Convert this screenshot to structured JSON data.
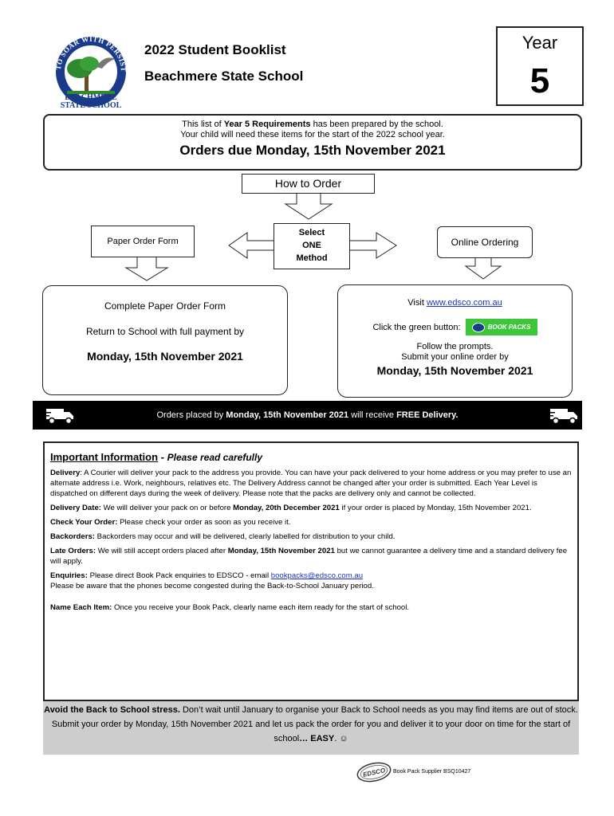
{
  "header": {
    "title": "2022 Student Booklist",
    "school": "Beachmere State School",
    "year_label": "Year",
    "year_number": "5",
    "logo": {
      "motto": "TO SOAR WITH PERSISTENCE",
      "name_line1": "BEACHMERE",
      "name_line2": "STATE SCHOOL"
    }
  },
  "intro": {
    "line1_pre": "This list of ",
    "line1_bold": "Year 5 Requirements",
    "line1_post": " has been prepared by the school.",
    "line2": "Your child will need these items for the start of the 2022 school year.",
    "deadline": "Orders due Monday, 15th  November 2021"
  },
  "how": {
    "title": "How to Order",
    "select_l1": "Select",
    "select_l2": "ONE",
    "select_l3": "Method",
    "paper_label": "Paper Order Form",
    "online_label": "Online Ordering"
  },
  "paper": {
    "step1": "Complete Paper Order Form",
    "step2": "Return to School with full payment by",
    "date": "Monday, 15th  November 2021"
  },
  "online": {
    "visit": "Visit  ",
    "url": "www.edsco.com.au",
    "click": "Click the green button:",
    "button_label": "BOOK PACKS",
    "follow": "Follow the prompts.",
    "submit": "Submit your online order by",
    "date": "Monday, 15th  November 2021"
  },
  "delivery": {
    "pre": "Orders placed by ",
    "bold1": "Monday, 15th  November 2021",
    "mid": " will receive ",
    "bold2": "FREE Delivery."
  },
  "info": {
    "heading": "Important Information",
    "dash": " - ",
    "subheading": "Please read carefully",
    "delivery_label": "Delivery",
    "delivery_text": ":  A Courier will deliver your pack to the address you provide.  You can have your pack delivered to your home address or you may prefer to use an alternate address i.e.  Work, neighbours, relatives etc. The Delivery Address cannot be changed after your order is submitted.  Each Year Level is dispatched on different days during the week of delivery.  Please note that the packs are delivery only and cannot be collected.",
    "date_label": "Delivery Date:",
    "date_pre": " We will deliver your pack on or before ",
    "date_bold": "Monday, 20th  December 2021",
    "date_post": " if your order is placed by Monday, 15th  November 2021.",
    "check_label": "Check Your Order:",
    "check_text": "  Please check your order as soon as you receive it.",
    "back_label": "Backorders:",
    "back_text": " Backorders may occur and will be delivered, clearly labelled for distribution to your child.",
    "late_label": "Late Orders:",
    "late_pre": " We will still accept orders placed after ",
    "late_bold": "Monday, 15th  November 2021",
    "late_post": " but we cannot guarantee a delivery time and a standard delivery fee will apply.",
    "enq_label": "Enquiries:",
    "enq_pre": "  Please direct Book Pack enquiries to EDSCO - email ",
    "enq_email": "bookpacks@edsco.com.au",
    "enq_post": "Please be aware that the phones become congested during the Back-to-School January period.",
    "name_label": "Name Each Item:",
    "name_text": " Once you receive your Book Pack, clearly name each item ready for the start of school."
  },
  "avoid": {
    "bold": "Avoid the Back to School stress.",
    "text1": "  Don’t wait until January to organise your Back to School needs as you may find items are out of stock.  Submit your order by Monday, 15th  November 2021 and let us pack the order for you and deliver it to your door on time for the start of school",
    "bold2": "… EASY",
    "text2": ". ☺"
  },
  "supplier": {
    "logo": "EDSCO",
    "text": "Book Pack Supplier  BSQ10427"
  },
  "colors": {
    "link": "#1a33cc",
    "bookpacks_green": "#3ec63a",
    "bar": "#000000",
    "footer_gray": "#cdcdcd"
  }
}
